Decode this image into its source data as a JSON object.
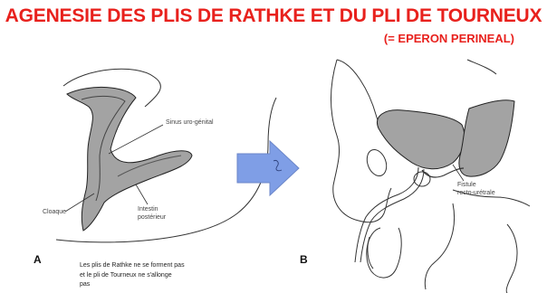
{
  "title": "AGENESIE DES PLIS DE RATHKE ET DU PLI DE TOURNEUX",
  "subtitle": "(= EPERON PERINEAL)",
  "panel_a": {
    "letter": "A",
    "labels": {
      "sinus": "Sinus uro-génital",
      "cloaque": "Cloaque",
      "rectum_line1": "Intestin",
      "rectum_line2": "postérieur"
    },
    "caption": [
      "Les plis de Rathke ne se forment pas",
      "et le pli de Tourneux ne s'allonge",
      "pas"
    ]
  },
  "panel_b": {
    "letter": "B",
    "labels": {
      "fistula_line1": "Fistule",
      "fistula_line2": "recto-urétrale"
    }
  },
  "colors": {
    "title": "#e8211d",
    "anatomy_fill": "#a3a3a3",
    "arrow_fill": "#7f9ee6"
  },
  "icons": {
    "arrow": "arrow-right-icon"
  }
}
